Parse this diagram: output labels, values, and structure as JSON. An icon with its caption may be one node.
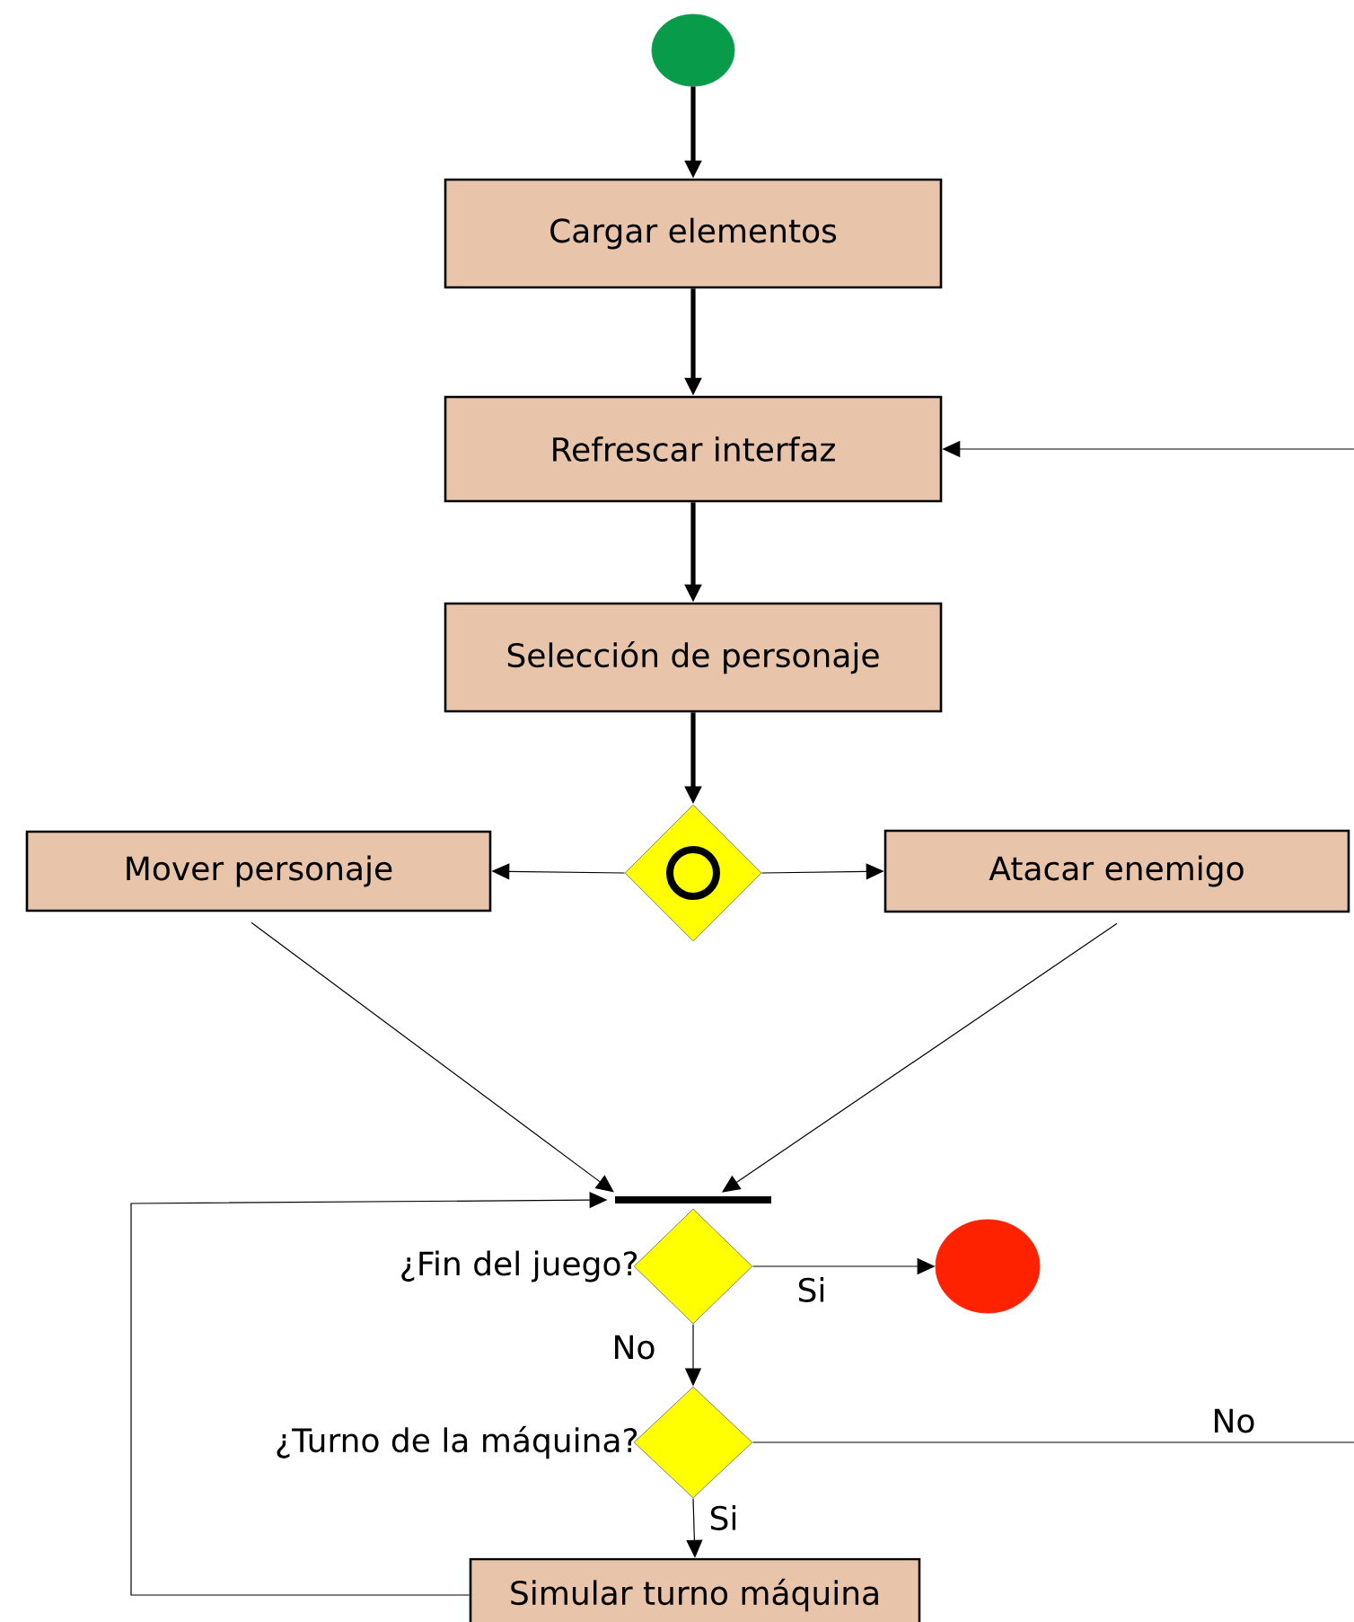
{
  "diagram": {
    "nodes": [
      {
        "text": [],
        "shape": "circle"
      },
      {
        "text": [
          "Cargar elementos"
        ]
      },
      {
        "text": [
          "Refrescar interfaz"
        ]
      },
      {
        "text": [
          "Selección de personaje"
        ]
      },
      {
        "text": [],
        "shape": "diamond"
      },
      {
        "text": [
          "Mover personaje"
        ]
      },
      {
        "text": [
          "Atacar enemigo"
        ]
      },
      {
        "text": [],
        "shape": "bar"
      },
      {
        "text": [
          "¿Fin del juego?"
        ]
      },
      {
        "text": [],
        "shape": "circle"
      },
      {
        "text": [
          "¿Turno de la máquina?"
        ]
      },
      {
        "text": [
          "Simular turno máquina"
        ]
      }
    ],
    "edges": [
      {
        "from": 0,
        "to": 1,
        "arrow": "to",
        "style": "thick"
      },
      {
        "from": 1,
        "to": 2,
        "arrow": "to",
        "style": "thick"
      },
      {
        "from": 2,
        "to": 3,
        "arrow": "to",
        "style": "thick"
      },
      {
        "from": 3,
        "to": 4,
        "arrow": "to",
        "style": "thick"
      },
      {
        "from": 4,
        "to": 5,
        "arrow": "to"
      },
      {
        "from": 4,
        "to": 6,
        "arrow": "to"
      },
      {
        "from": 5,
        "to": 7,
        "arrow": "to"
      },
      {
        "from": 6,
        "to": 7,
        "arrow": "to"
      },
      {
        "from": 8,
        "to": 9,
        "arrow": "to",
        "label": "Si"
      },
      {
        "from": 8,
        "to": 10,
        "arrow": "to",
        "label": "No"
      },
      {
        "from": 10,
        "to": null,
        "arrow": "none",
        "label": "No"
      },
      {
        "from": null,
        "to": 2,
        "arrow": "to"
      },
      {
        "from": 10,
        "to": 11,
        "arrow": "to",
        "label": "Si"
      },
      {
        "from": 11,
        "to": 7,
        "arrow": "to"
      }
    ]
  }
}
